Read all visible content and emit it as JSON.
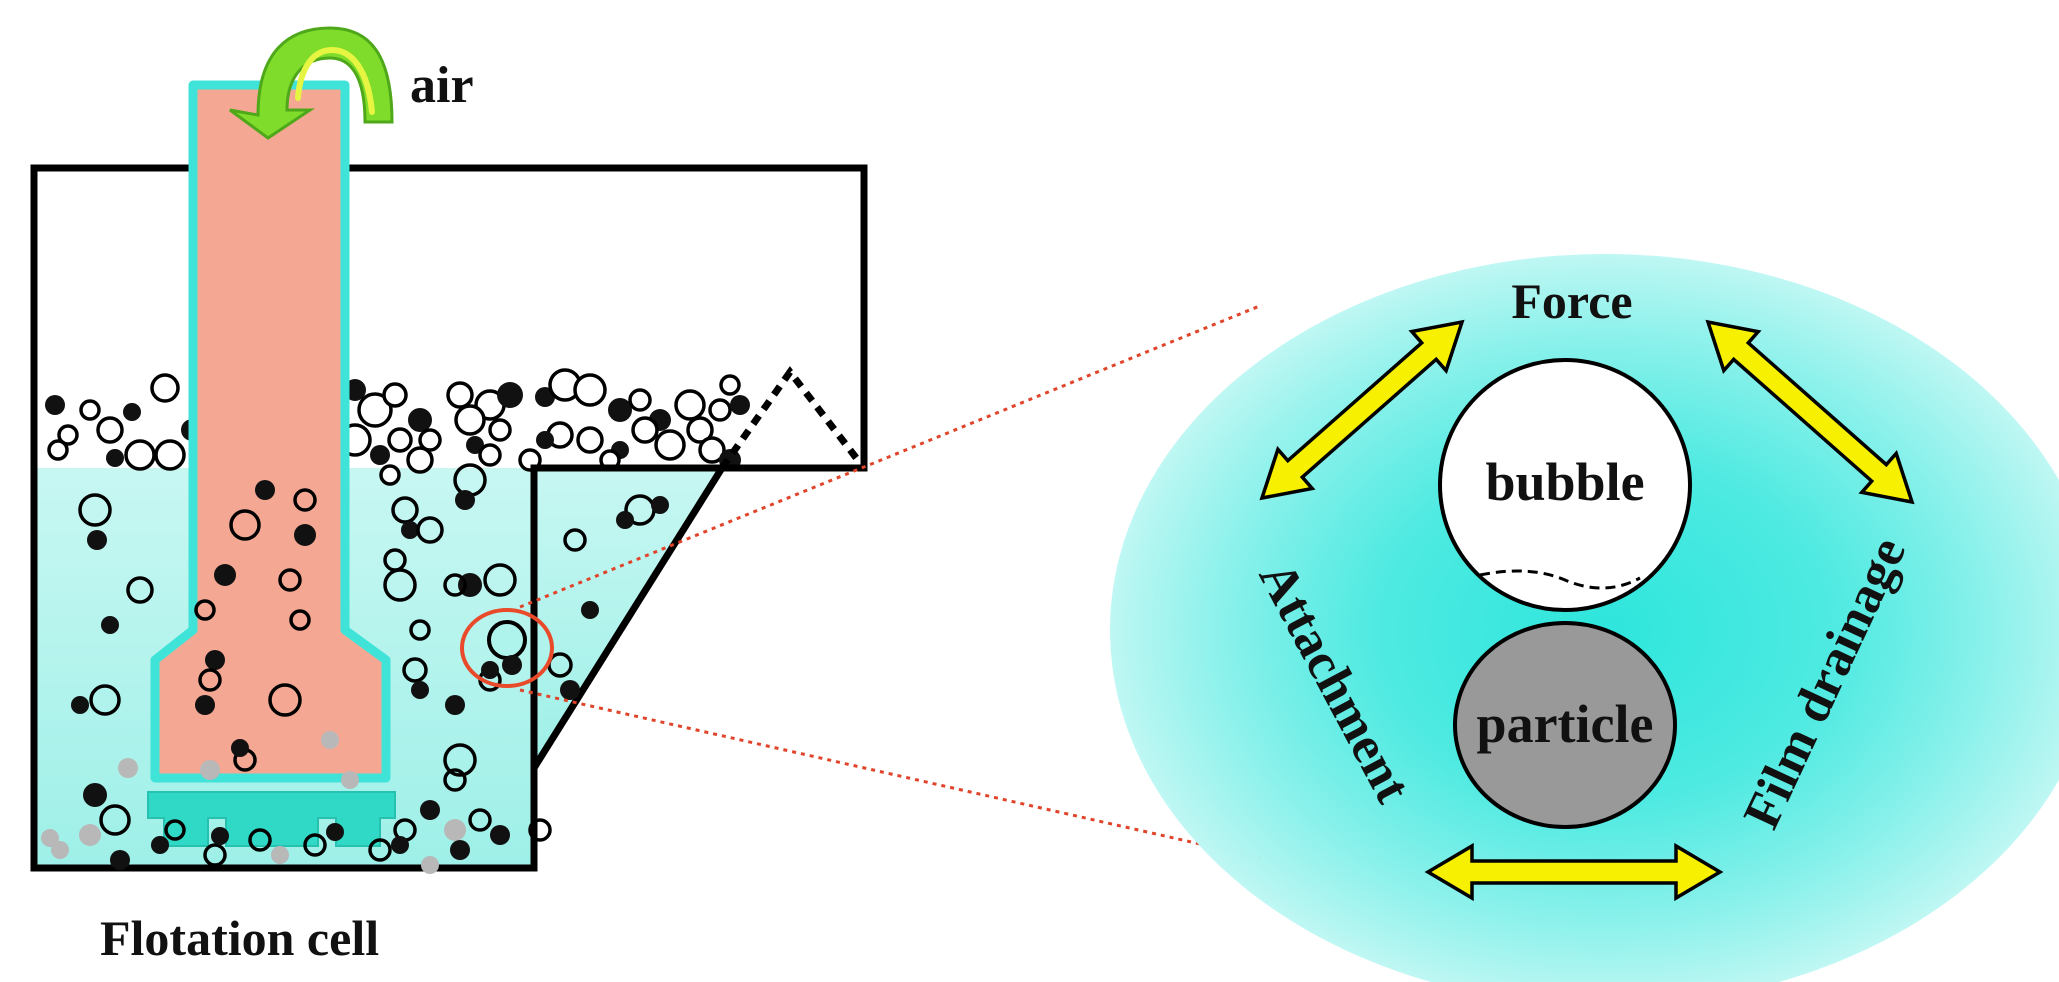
{
  "labels": {
    "air": "air",
    "cell": "Flotation cell",
    "force": "Force",
    "attachment": "Attachment",
    "film_drainage": "Film drainage",
    "bubble": "bubble",
    "particle": "particle"
  },
  "colors": {
    "liquid": "#aef3ec",
    "zoom_glow": "#2ee6dc",
    "pipe_fill": "#f4a894",
    "pipe_outline": "#3fe3d8",
    "impeller": "#2fd9c6",
    "air_arrow": "#7fdc2a",
    "air_arrow_inner": "#e6f542",
    "double_arrow": "#f7f000",
    "highlight_circle": "#e84a2a",
    "zoom_lines": "#e0442a",
    "particle": "#999999",
    "black_particle": "#111111",
    "gray_particle": "#b8b8b8"
  },
  "icons": {
    "air_arrow": "curved-arrow-icon",
    "interaction_arrows": "double-headed-arrow-icon"
  }
}
